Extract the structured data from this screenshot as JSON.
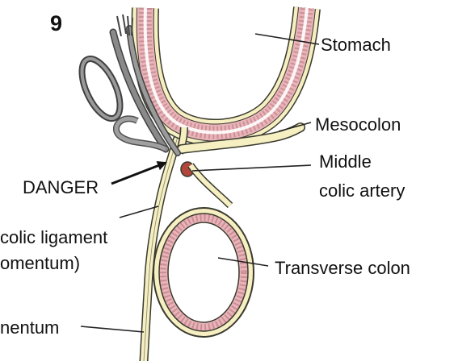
{
  "figure_number": "9",
  "labels": {
    "stomach": "Stomach",
    "mesocolon": "Mesocolon",
    "middle_colic_artery_line1": "Middle",
    "middle_colic_artery_line2": "colic artery",
    "danger": "DANGER",
    "gastrocolic_ligament_line1": "colic ligament",
    "gastrocolic_ligament_line2": "omentum)",
    "transverse_colon": "Transverse colon",
    "omentum": "nentum"
  },
  "colors": {
    "tissue_outline": "#3a3a2e",
    "tissue_fill": "#f5efc2",
    "mucosa_fill": "#e9b4b9",
    "mucosa_texture": "#b5737c",
    "artery": "#b0463c",
    "instrument": "#707070",
    "leader_line": "#222222"
  }
}
